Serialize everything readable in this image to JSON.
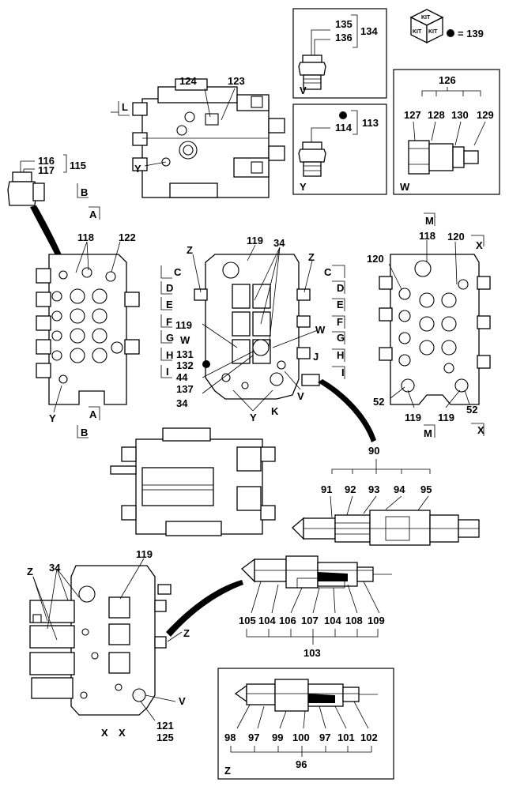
{
  "kit_legend": {
    "kit_word": "KIT",
    "equals_ref": "= 139"
  },
  "inset_v": {
    "view_letter": "V",
    "parts": [
      "135",
      "136"
    ],
    "group": "134"
  },
  "inset_y": {
    "view_letter": "Y",
    "parts": [
      "114"
    ],
    "group": "113"
  },
  "inset_w": {
    "view_letter": "W",
    "group": "126",
    "parts": [
      "127",
      "128",
      "130",
      "129"
    ]
  },
  "inset_z": {
    "view_letter": "Z",
    "group": "96",
    "parts": [
      "98",
      "97",
      "99",
      "100",
      "97",
      "101",
      "102"
    ]
  },
  "plug_115": {
    "parts": [
      "116",
      "117"
    ],
    "group": "115"
  },
  "top_view": {
    "labels": [
      "124",
      "123",
      "Y"
    ],
    "section_letter": "L"
  },
  "left_view": {
    "labels": [
      "118",
      "122",
      "Y"
    ],
    "sections": [
      "B",
      "A",
      "A",
      "B"
    ]
  },
  "center_view": {
    "labels": [
      "119",
      "34",
      "Z",
      "Z",
      "W",
      "119",
      "W",
      "131",
      "132",
      "44",
      "137",
      "34",
      "Y",
      "K",
      "V"
    ],
    "left_sections": [
      "C",
      "D",
      "E",
      "F",
      "G",
      "H",
      "I"
    ],
    "right_sections": [
      "C",
      "D",
      "E",
      "F",
      "G",
      "H",
      "I"
    ],
    "inner_labels": [
      "J"
    ]
  },
  "right_view": {
    "labels": [
      "118",
      "120",
      "120",
      "52",
      "119",
      "119",
      "52"
    ],
    "sections": [
      "M",
      "X",
      "M",
      "X"
    ]
  },
  "relief_valve_90": {
    "group": "90",
    "parts": [
      "91",
      "92",
      "93",
      "94",
      "95"
    ]
  },
  "bottom_left_view": {
    "labels": [
      "34",
      "Z",
      "119",
      "Z",
      "V",
      "121",
      "125"
    ],
    "x_marks": [
      "X",
      "X"
    ]
  },
  "relief_valve_103": {
    "group": "103",
    "parts": [
      "105",
      "104",
      "106",
      "107",
      "104",
      "108",
      "109"
    ]
  }
}
